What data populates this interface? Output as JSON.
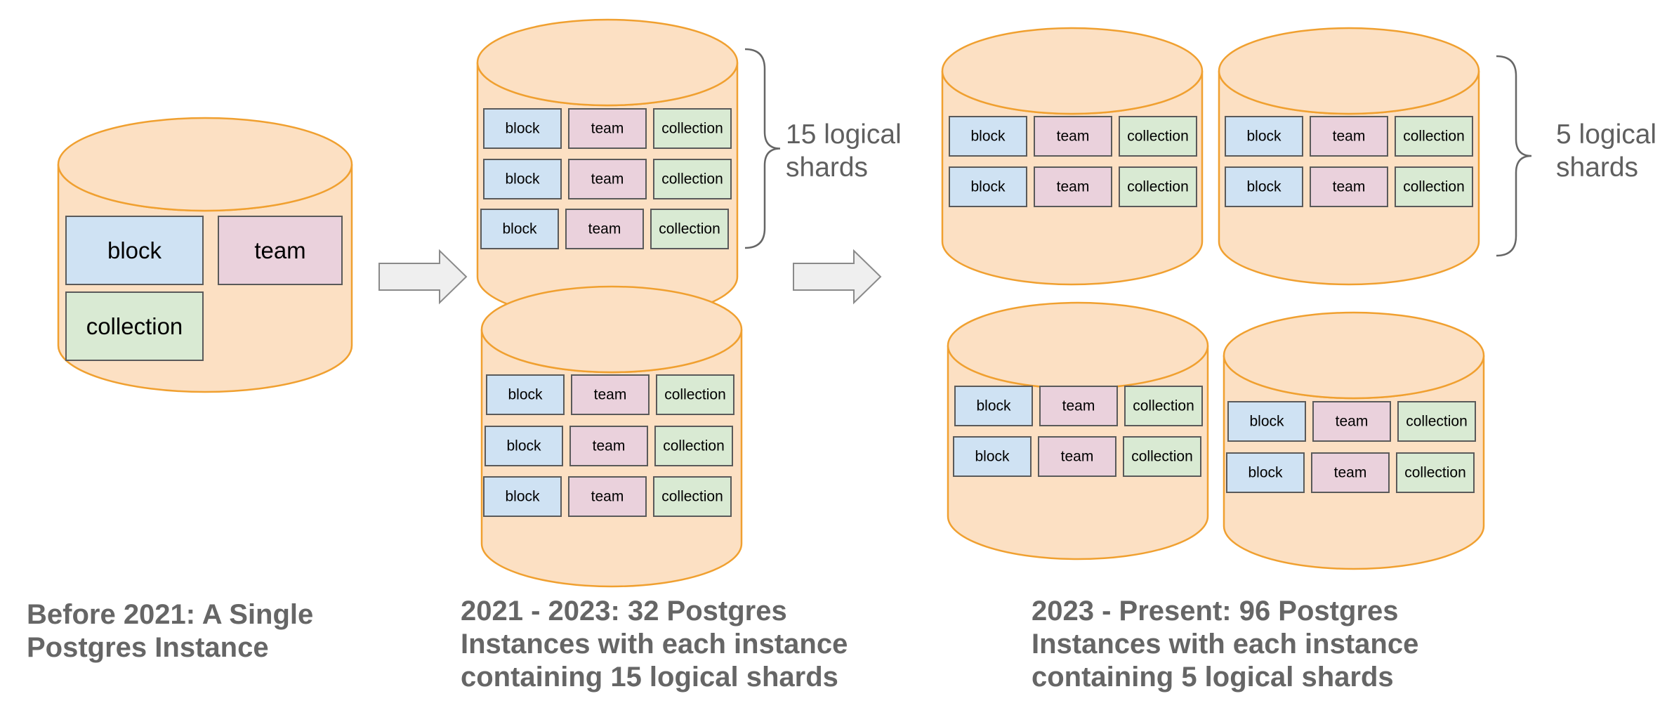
{
  "colors": {
    "cylinder_fill": "#fce0c3",
    "cylinder_stroke": "#f0a030",
    "block_fill": "#cfe2f3",
    "team_fill": "#ead1dc",
    "collection_fill": "#d9ead3",
    "box_stroke": "#5a5a5a",
    "text": "#000000",
    "caption": "#666666",
    "arrow_fill": "#efefef",
    "arrow_stroke": "#8a8a8a"
  },
  "labels": {
    "block": "block",
    "team": "team",
    "collection": "collection"
  },
  "braces": {
    "shards_15": [
      "15 logical",
      "shards"
    ],
    "shards_5": [
      "5 logical",
      "shards"
    ]
  },
  "captions": {
    "before_2021": [
      "Before 2021: A Single",
      "Postgres Instance"
    ],
    "era_2021_2023": [
      "2021 - 2023: 32 Postgres",
      "Instances with each instance",
      "containing 15 logical shards"
    ],
    "era_2023_present": [
      "2023 - Present: 96 Postgres",
      "Instances with each instance",
      "containing 5 logical shards"
    ]
  }
}
